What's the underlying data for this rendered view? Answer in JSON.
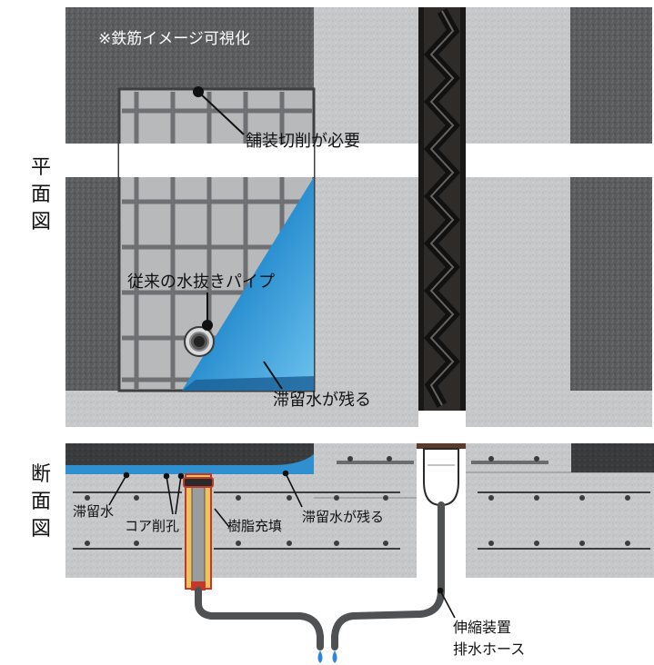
{
  "side_labels": {
    "plan": [
      "平",
      "面",
      "図"
    ],
    "section": [
      "断",
      "面",
      "図"
    ]
  },
  "plan_view": {
    "note": "※鉄筋イメージ可視化",
    "pavement_cut": "舗装切削が必要",
    "conventional_pipe": "従来の水抜きパイプ",
    "standing_water": "滞留水が残る"
  },
  "section_view": {
    "standing_water_left": "滞留水",
    "core_hole": "コア削孔",
    "resin_fill": "樹脂充填",
    "standing_water_remains": "滞留水が残る",
    "hose_line1": "伸縮装置",
    "hose_line2": "排水ホース"
  },
  "colors": {
    "asphalt": "#4a4a4a",
    "concrete": "#c7c9ca",
    "water_blue": "#2f8fcf",
    "joint": "#2a2522",
    "pipe_orange": "#e8a23a",
    "pipe_red": "#c0392b",
    "hose": "#555555",
    "drop": "#2f86d8"
  }
}
